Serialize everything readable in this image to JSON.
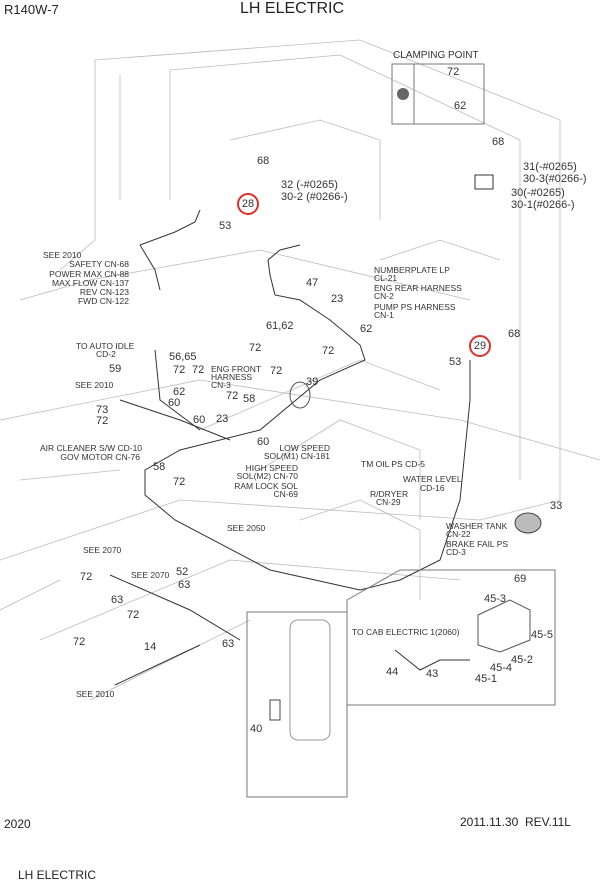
{
  "header": {
    "model": "R140W-7",
    "title": "LH ELECTRIC"
  },
  "footer": {
    "page_number": "2020",
    "revision": "2011.11.30  REV.11L",
    "caption": "LH ELECTRIC"
  },
  "clamping_point": {
    "title": "CLAMPING POINT",
    "parts": [
      "72",
      "62"
    ]
  },
  "callouts": {
    "circled": [
      "28",
      "29"
    ],
    "c68a": "68",
    "c53a": "53",
    "c32": "32 (-#0265)",
    "c30_2": "30-2 (#0266-)",
    "c68b": "68",
    "c31": "31(-#0265)",
    "c30_3": "30-3(#0266-)",
    "c30": "30(-#0265)",
    "c30_1": "30-1(#0266-)",
    "c47": "47",
    "c23a": "23",
    "c61_62": "61,62",
    "c62a": "62",
    "c72a": "72",
    "c72b": "72",
    "c68c": "68",
    "c53b": "53",
    "c56_65": "56,65",
    "c59": "59",
    "c72c": "72",
    "c72d": "72",
    "c62b": "62",
    "c60a": "60",
    "c73": "73",
    "c72e": "72",
    "c60b": "60",
    "c72f": "72",
    "c72g": "72",
    "c58a": "58",
    "c23b": "23",
    "c39": "39",
    "c60c": "60",
    "c58b": "58",
    "c72h": "72",
    "c33": "33",
    "c52": "52",
    "c72i": "72",
    "c63a": "63",
    "c63b": "63",
    "c72j": "72",
    "c72k": "72",
    "c14": "14",
    "c63c": "63",
    "c40": "40",
    "c69": "69",
    "c45_3": "45-3",
    "c45_5": "45-5",
    "c45_2": "45-2",
    "c45_4": "45-4",
    "c45_1": "45-1",
    "c44": "44",
    "c43": "43"
  },
  "labels": {
    "see2010a": "SEE 2010",
    "safety": "SAFETY CN-68",
    "power_max": "POWER MAX CN-88",
    "max_flow": "MAX FLOW CN-137",
    "rev": "REV CN-123",
    "fwd": "FWD CN-122",
    "numberplate1": "NUMBERPLATE LP",
    "numberplate2": "CL-21",
    "eng_rear1": "ENG REAR HARNESS",
    "eng_rear2": "CN-2",
    "pump_ps1": "PUMP PS HARNESS",
    "pump_ps2": "CN-1",
    "auto_idle1": "TO AUTO IDLE",
    "auto_idle2": "CD-2",
    "see2010b": "SEE 2010",
    "eng_front1": "ENG FRONT",
    "eng_front2": "HARNESS",
    "eng_front3": "CN-3",
    "air_cleaner": "AIR CLEANER S/W CD-10",
    "gov_motor": "GOV MOTOR CN-76",
    "low_speed1": "LOW SPEED",
    "low_speed2": "SOL(M1) CN-181",
    "high_speed1": "HIGH SPEED",
    "high_speed2": "SOL(M2) CN-70",
    "ram_lock1": "RAM LOCK SOL",
    "ram_lock2": "CN-69",
    "tm_oil": "TM OIL PS CD-5",
    "water_level1": "WATER LEVEL",
    "water_level2": "CD-16",
    "r_dryer1": "R/DRYER",
    "r_dryer2": "CN-29",
    "washer1": "WASHER TANK",
    "washer2": "CN-22",
    "brake1": "BRAKE FAIL PS",
    "brake2": "CD-3",
    "see2050": "SEE 2050",
    "see2070a": "SEE 2070",
    "see2070b": "SEE 2070",
    "see2010c": "SEE 2010",
    "cab_electric": "TO CAB ELECTRIC 1(2060)"
  }
}
